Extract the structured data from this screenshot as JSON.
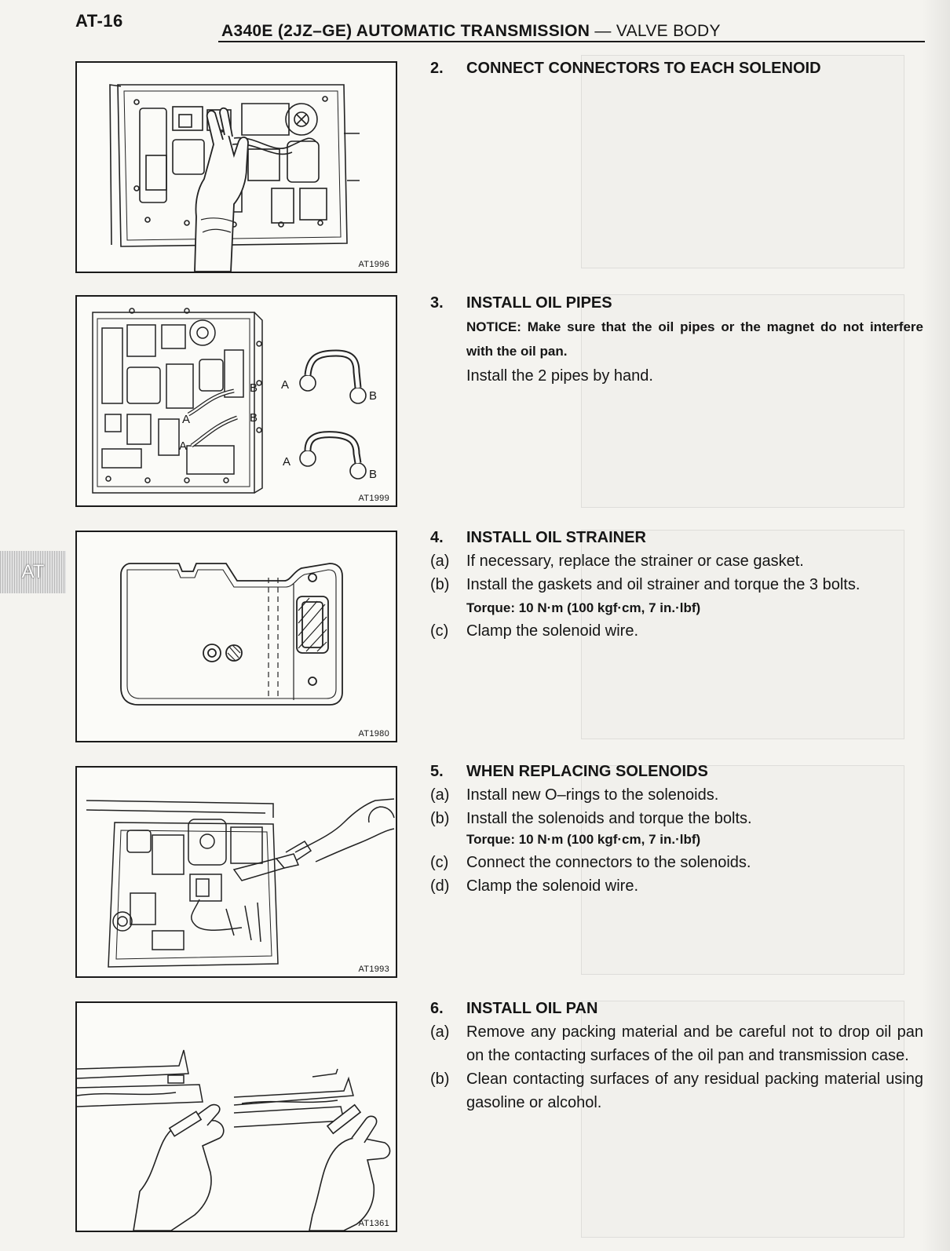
{
  "header": {
    "page_id": "AT-16",
    "title": "A340E (2JZ–GE) AUTOMATIC TRANSMISSION",
    "section": "— VALVE BODY"
  },
  "side_tab": {
    "label": "AT"
  },
  "figures": [
    {
      "code": "AT1996"
    },
    {
      "code": "AT1999",
      "labels": {
        "a": "A",
        "b": "B"
      }
    },
    {
      "code": "AT1980"
    },
    {
      "code": "AT1993"
    },
    {
      "code": "AT1361"
    }
  ],
  "steps": [
    {
      "num": "2.",
      "title": "CONNECT CONNECTORS TO EACH SOLENOID"
    },
    {
      "num": "3.",
      "title": "INSTALL OIL PIPES",
      "notice": "NOTICE: Make sure that the oil pipes or the magnet do not interfere with the oil pan.",
      "text": "Install the 2 pipes by hand."
    },
    {
      "num": "4.",
      "title": "INSTALL OIL STRAINER",
      "items": [
        {
          "mark": "(a)",
          "text": "If necessary, replace the strainer or case gasket."
        },
        {
          "mark": "(b)",
          "text": "Install the gaskets and oil strainer and torque the 3 bolts."
        },
        {
          "mark": "(c)",
          "text": "Clamp the solenoid wire."
        }
      ],
      "torque": "Torque: 10 N·m (100 kgf·cm, 7 in.·lbf)"
    },
    {
      "num": "5.",
      "title": "WHEN REPLACING SOLENOIDS",
      "items": [
        {
          "mark": "(a)",
          "text": "Install new O–rings to the solenoids."
        },
        {
          "mark": "(b)",
          "text": "Install the solenoids and torque the bolts."
        },
        {
          "mark": "(c)",
          "text": "Connect the connectors to the solenoids."
        },
        {
          "mark": "(d)",
          "text": "Clamp the solenoid wire."
        }
      ],
      "torque": "Torque: 10 N·m (100 kgf·cm, 7 in.·lbf)"
    },
    {
      "num": "6.",
      "title": "INSTALL OIL PAN",
      "items": [
        {
          "mark": "(a)",
          "text": "Remove any packing material and be careful not to drop oil pan on the contacting surfaces of the oil pan and transmission case."
        },
        {
          "mark": "(b)",
          "text": "Clean contacting surfaces of any residual packing material using gasoline or alcohol."
        }
      ]
    }
  ]
}
